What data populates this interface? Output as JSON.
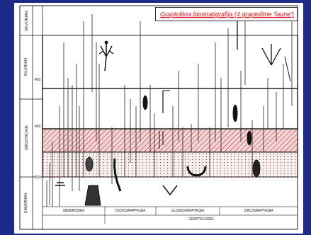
{
  "diagram": {
    "nodes": [
      {
        "text": [
          "Graptolitna biostratigrafija (4 graptolitne 'faune')"
        ]
      }
    ],
    "labels": [
      "DEVONIAN",
      "SILURIAN",
      "ORDOVICIAN",
      "CAMBRIAN",
      "400",
      "450",
      "500",
      "DENDROIDEA",
      "DICHOGRAPTACEA",
      "GLOSSOGRAPTACEA",
      "DIPLOGRAPTACEA",
      "GRAPTOLOIDEA"
    ]
  }
}
